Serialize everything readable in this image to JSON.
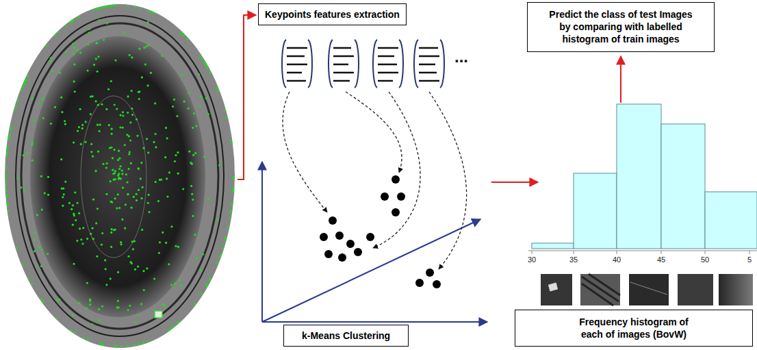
{
  "diagram": {
    "nodes": [
      {
        "text": [
          "Keypoints features extraction"
        ]
      },
      {
        "text": [
          "Predict the class of test Images by comparing with labelled histogram of train images"
        ]
      },
      {
        "text": [
          "k-Means Clustering"
        ]
      },
      {
        "text": [
          "Frequency histogram of each of images (BovW)"
        ]
      }
    ],
    "labels": [
      "...",
      "30",
      "35",
      "40",
      "45",
      "50",
      "5"
    ]
  }
}
